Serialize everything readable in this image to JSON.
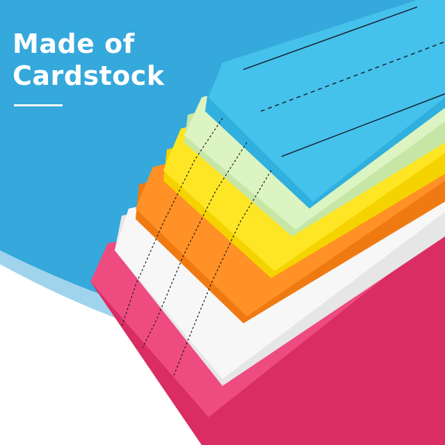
{
  "banner": {
    "headline_line1": "Made of",
    "headline_line2": "Cardstock"
  },
  "colors": {
    "background": "#35a8dc",
    "banner_curve": "#8fcdea",
    "card_blue": "#3cbde8",
    "card_green": "#d4efb8",
    "card_yellow": "#ffe21a",
    "card_orange": "#ff8a1e",
    "card_white": "#f4f4f4",
    "card_pink": "#e8356f"
  },
  "icons": [
    "underline-accent"
  ]
}
